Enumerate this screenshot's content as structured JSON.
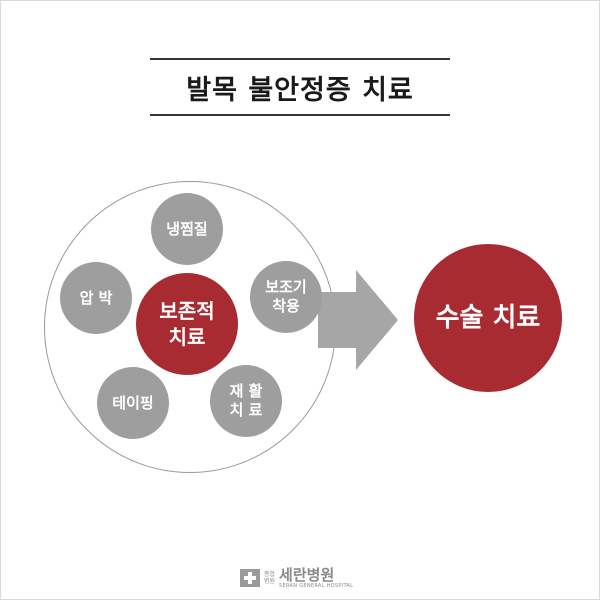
{
  "title": "발목 불안정증 치료",
  "center": {
    "line1": "보존적",
    "line2": "치료"
  },
  "satellites": {
    "cold_hot": "냉찜질",
    "brace": {
      "line1": "보조기",
      "line2": "착용"
    },
    "rehab": {
      "line1": "재 활",
      "line2": "치 료"
    },
    "taping": "테이핑",
    "compression": "압 박"
  },
  "surgery": "수술 치료",
  "logo": {
    "small1": "종합",
    "small2": "병원",
    "name": "세란병원",
    "english": "SERAN GENERAL HOSPITAL"
  },
  "colors": {
    "accent": "#a82b32",
    "node_gray": "#9e9e9e",
    "arrow_gray": "#a6a6a6"
  }
}
